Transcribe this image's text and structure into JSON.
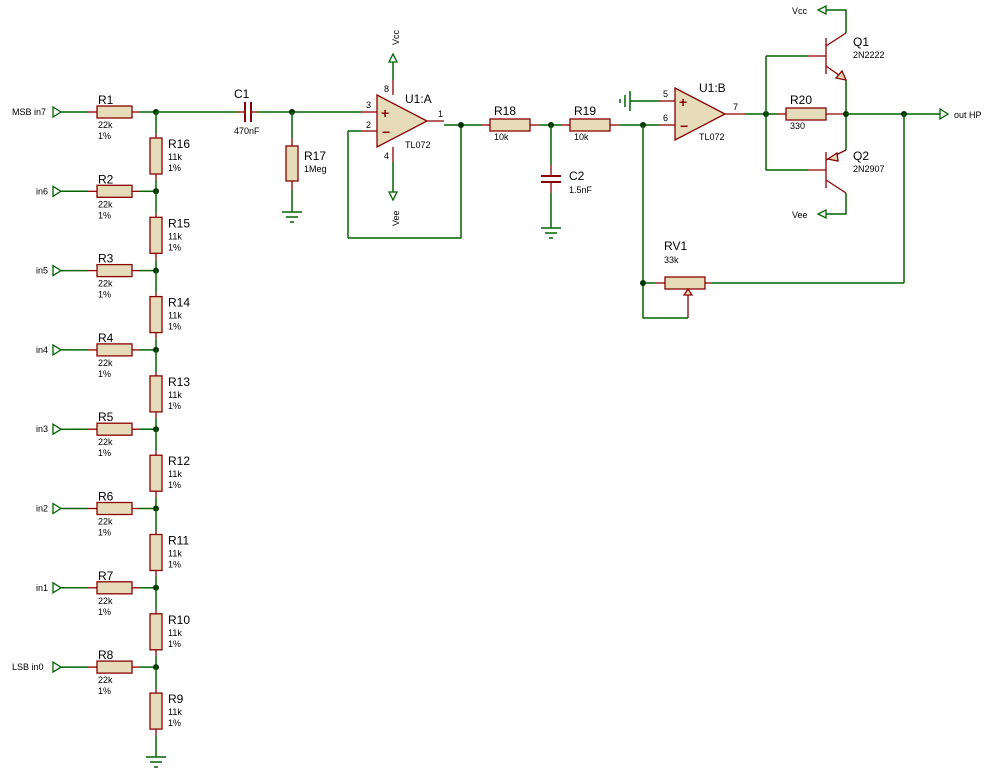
{
  "inputs": {
    "msb": "MSB in7",
    "in6": "in6",
    "in5": "in5",
    "in4": "in4",
    "in3": "in3",
    "in2": "in2",
    "in1": "in1",
    "lsb": "LSB in0"
  },
  "output": "out HP",
  "power": {
    "vcc": "Vcc",
    "vee": "Vee"
  },
  "ladder_series": [
    {
      "ref": "R1",
      "value": "22k",
      "tol": "1%"
    },
    {
      "ref": "R2",
      "value": "22k",
      "tol": "1%"
    },
    {
      "ref": "R3",
      "value": "22k",
      "tol": "1%"
    },
    {
      "ref": "R4",
      "value": "22k",
      "tol": "1%"
    },
    {
      "ref": "R5",
      "value": "22k",
      "tol": "1%"
    },
    {
      "ref": "R6",
      "value": "22k",
      "tol": "1%"
    },
    {
      "ref": "R7",
      "value": "22k",
      "tol": "1%"
    },
    {
      "ref": "R8",
      "value": "22k",
      "tol": "1%"
    }
  ],
  "ladder_shunt": [
    {
      "ref": "R16",
      "value": "11k",
      "tol": "1%"
    },
    {
      "ref": "R15",
      "value": "11k",
      "tol": "1%"
    },
    {
      "ref": "R14",
      "value": "11k",
      "tol": "1%"
    },
    {
      "ref": "R13",
      "value": "11k",
      "tol": "1%"
    },
    {
      "ref": "R12",
      "value": "11k",
      "tol": "1%"
    },
    {
      "ref": "R11",
      "value": "11k",
      "tol": "1%"
    },
    {
      "ref": "R10",
      "value": "11k",
      "tol": "1%"
    },
    {
      "ref": "R9",
      "value": "11k",
      "tol": "1%"
    }
  ],
  "c1": {
    "ref": "C1",
    "value": "470nF"
  },
  "r17": {
    "ref": "R17",
    "value": "1Meg"
  },
  "u1a": {
    "ref": "U1:A",
    "value": "TL072",
    "pins": {
      "in_plus": "3",
      "in_minus": "2",
      "out": "1",
      "vcc": "8",
      "vee": "4"
    }
  },
  "r18": {
    "ref": "R18",
    "value": "10k"
  },
  "r19": {
    "ref": "R19",
    "value": "10k"
  },
  "c2": {
    "ref": "C2",
    "value": "1.5nF"
  },
  "u1b": {
    "ref": "U1:B",
    "value": "TL072",
    "pins": {
      "in_plus": "5",
      "in_minus": "6",
      "out": "7"
    }
  },
  "r20": {
    "ref": "R20",
    "value": "330"
  },
  "q1": {
    "ref": "Q1",
    "value": "2N2222"
  },
  "q2": {
    "ref": "Q2",
    "value": "2N2907"
  },
  "rv1": {
    "ref": "RV1",
    "value": "33k"
  },
  "signs": {
    "plus": "+",
    "minus": "−"
  }
}
